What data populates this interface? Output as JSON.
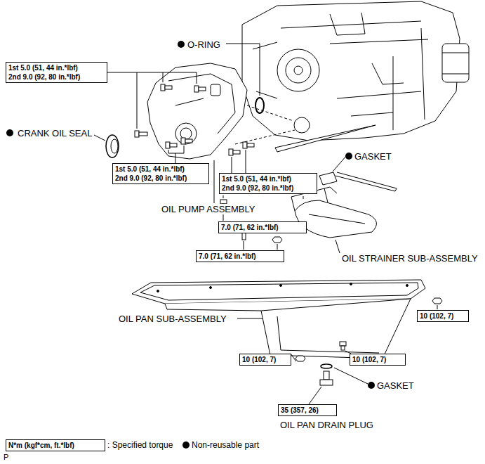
{
  "diagram": {
    "nodes": [
      {
        "text": [
          "1st 5.0 (51, 44 in.*lbf)",
          "2nd 9.0 (92, 80 in.*lbf)"
        ]
      },
      {
        "text": [
          "1st 5.0 (51, 44 in.*lbf)",
          "2nd 9.0 (92, 80 in.*lbf)"
        ]
      },
      {
        "text": [
          "1st 5.0 (51, 44 in.*lbf)",
          "2nd 9.0 (92, 80 in.*lbf)"
        ]
      },
      {
        "text": [
          "7.0 (71, 62 in.*lbf)"
        ]
      },
      {
        "text": [
          "7.0 (71, 62 in.*lbf)"
        ]
      },
      {
        "text": [
          "10 (102, 7)"
        ]
      },
      {
        "text": [
          "10 (102, 7)"
        ]
      },
      {
        "text": [
          "10 (102, 7)"
        ]
      },
      {
        "text": [
          "35 (357, 26)"
        ]
      },
      {
        "text": [
          "N*m (kgf*cm, ft.*lbf)"
        ]
      }
    ],
    "labels": [
      "O-RING",
      "CRANK OIL SEAL",
      "GASKET",
      "OIL PUMP ASSEMBLY",
      "OIL STRAINER SUB-ASSEMBLY",
      "OIL PAN SUB-ASSEMBLY",
      "GASKET",
      "OIL PAN DRAIN PLUG",
      ": Specified torque",
      "P"
    ],
    "legend": [
      {
        "text": "Non-reusable part"
      }
    ]
  }
}
